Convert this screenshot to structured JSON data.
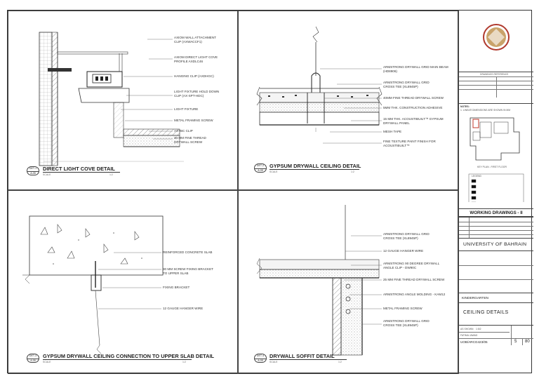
{
  "panels": {
    "direct_light_cove": {
      "tag": "DET-1",
      "sheet": "A-05",
      "title": "DIRECT LIGHT COVE DETAIL",
      "scale": "SCALE",
      "scale_value": "1:2",
      "labels": [
        "AXIOM WALL ATTACHMENT\nCLIP (AXWACCF1)",
        "AXIOM DIRECT LIGHT COVE\nPROFILE AXDLC46",
        "HANGING CLIP (AXDHGC)",
        "LIGHT FIXTURE HOLD DOWN\nCLIP (AX-SPT-HDC)",
        "LIGHT FIXTURE",
        "METAL FRAMING SCREW",
        "AXTBC CLIP",
        "30 MM FINE THREAD\nDRYWALL SCREW"
      ]
    },
    "gypsum_ceiling": {
      "tag": "DET-2",
      "sheet": "A-05",
      "title": "GYPSUM DRYWALL CEILING DETAIL",
      "scale": "SCALE",
      "scale_value": "1:2",
      "labels": [
        "ARMSTRONG DRYWALL GRID MAIN BEAM\n(HD8906)",
        "ARMSTRONG DRYWALL GRID\nCROSS TEE (XL8945P)",
        "40MM FINE THREAD DRYWALL SCREW",
        "5MM THK. CONSTRUCTION ADHESIVE",
        "15 MM THK. ACOUSTIBUILT™ GYPSUM\nDRYWALL PANEL",
        "MESH TAPE",
        "FINE TEXTURE PAINT FINISH FOR\nACOUSTIBUILT™"
      ]
    },
    "upper_slab": {
      "tag": "DET-3",
      "sheet": "A-05",
      "title": "GYPSUM DRYWALL CEILING CONNECTION TO UPPER SLAB DETAIL",
      "scale": "SCALE",
      "scale_value": "1:2",
      "labels": [
        "REINFORCED CONCRETE SLAB",
        "30 MM SCREW FIXING BRACKET\nTO UPPER SLAB",
        "FIXING BRACKET",
        "12 GAUGE HANGER WIRE"
      ]
    },
    "soffit": {
      "tag": "DET-4",
      "sheet": "A-05",
      "title": "DRYWALL SOFFIT DETAIL",
      "scale": "SCALE",
      "scale_value": "1:2",
      "labels": [
        "ARMSTRONG DRYWALL GRID\nCROSS TEE (XL8945P)",
        "12 GAUGE HANGER WIRE",
        "ARMSTRONG 90 DEGREE DRYWALL\nANGLE CLIP - DW90C",
        "25 MM FINE THREAD DRYWALL SCREW",
        "ARMSTRONG ANGLE MOLDING - KAM12",
        "METAL FRAMING SCREW",
        "ARMSTRONG DRYWALL GRID\nCROSS TEE (XL8945P)"
      ]
    }
  },
  "titleblock": {
    "drawing_reference": "DRAWINGS REFERENCE",
    "notes_title": "NOTES:",
    "notes_text": "1. LINEAR DIMENSIONS ARE SHOWN IN MM",
    "key_plan_caption": "KEY PLAN - FIRST FLOOR",
    "legend_title": "LEGEND",
    "sheet_type": "WORKING DRAWINGS - II",
    "university": "UNIVERSITY OF BAHRAIN",
    "project": "KINDERGARTEN",
    "drawing_title": "CEILING DETAILS",
    "scale_text": "AS SHOWN",
    "scale_value": "1:5/2",
    "student": "FATIMA JAWAD",
    "code": "UOB/ARCG423/05",
    "sheet_no": "5",
    "total": "80",
    "colors": {
      "seal_ring": "#b03a2e",
      "seal_fill": "#c9a36a",
      "keyplan_mark": "#c0392b"
    }
  }
}
